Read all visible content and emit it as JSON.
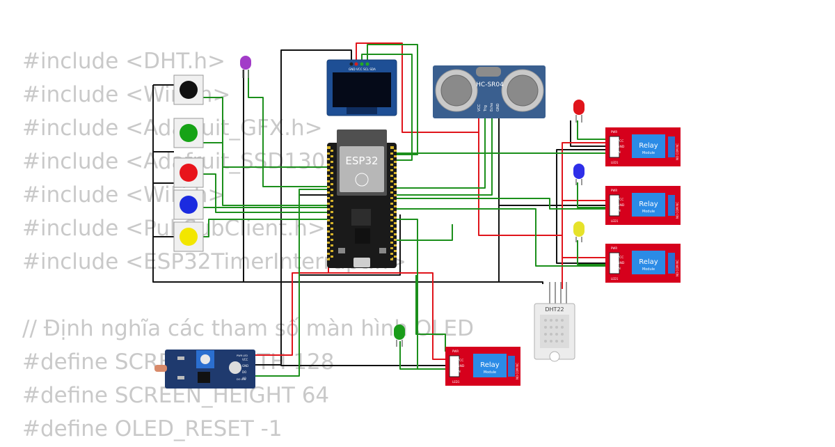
{
  "code_lines": [
    "#include <DHT.h>",
    "#include <Wire.h>",
    "#include <Adafruit_GFX.h>",
    "#include <Adafruit_SSD1306.h>",
    "#include <WiFi.h>",
    "#include <PubSubClient.h>",
    "#include <ESP32TimerInterrupt.h>",
    "",
    "// Định nghĩa các tham số màn hình OLED",
    "#define SCREEN_WIDTH 128",
    "#define SCREEN_HEIGHT 64",
    "#define OLED_RESET -1"
  ],
  "board": {
    "label": "ESP32"
  },
  "oled": {
    "pins": "GND VCC SCL SDA"
  },
  "ultrasonic": {
    "label": "HC-SR04",
    "pins": [
      "VCC",
      "Trig",
      "Echo",
      "GND"
    ]
  },
  "dht": {
    "label": "DHT22"
  },
  "relays": [
    {
      "label": "Relay",
      "sub": "Module",
      "pins": [
        "VCC",
        "GND",
        "IN"
      ],
      "pwr": "PWR",
      "led": "LED1",
      "terminals": "NO COM NC"
    },
    {
      "label": "Relay",
      "sub": "Module",
      "pins": [
        "VCC",
        "GND",
        "IN"
      ],
      "pwr": "PWR",
      "led": "LED1",
      "terminals": "NO COM NC"
    },
    {
      "label": "Relay",
      "sub": "Module",
      "pins": [
        "VCC",
        "GND",
        "IN"
      ],
      "pwr": "PWR",
      "led": "LED1",
      "terminals": "NO COM NC"
    },
    {
      "label": "Relay",
      "sub": "Module",
      "pins": [
        "VCC",
        "GND",
        "IN"
      ],
      "pwr": "PWR",
      "led": "LED1",
      "terminals": "NO COM NC"
    }
  ],
  "ldr": {
    "pins": [
      "VCC",
      "GND",
      "DO",
      "AO"
    ],
    "leds": [
      "PWR LED",
      "DO LED"
    ]
  },
  "buttons": [
    {
      "color": "#111111"
    },
    {
      "color": "#16a316"
    },
    {
      "color": "#e8141b"
    },
    {
      "color": "#1b2be0"
    },
    {
      "color": "#f2e600"
    }
  ],
  "leds": [
    {
      "color": "#a23cc8"
    },
    {
      "color": "#e0141b"
    },
    {
      "color": "#2e2ee8"
    },
    {
      "color": "#e6e22a"
    },
    {
      "color": "#1a9c1a"
    }
  ],
  "colors": {
    "wire_green": "#1b8f1b",
    "wire_red": "#e0141b",
    "wire_black": "#111111",
    "relay_red": "#d6001c",
    "module_blue": "#3a5f8f"
  }
}
